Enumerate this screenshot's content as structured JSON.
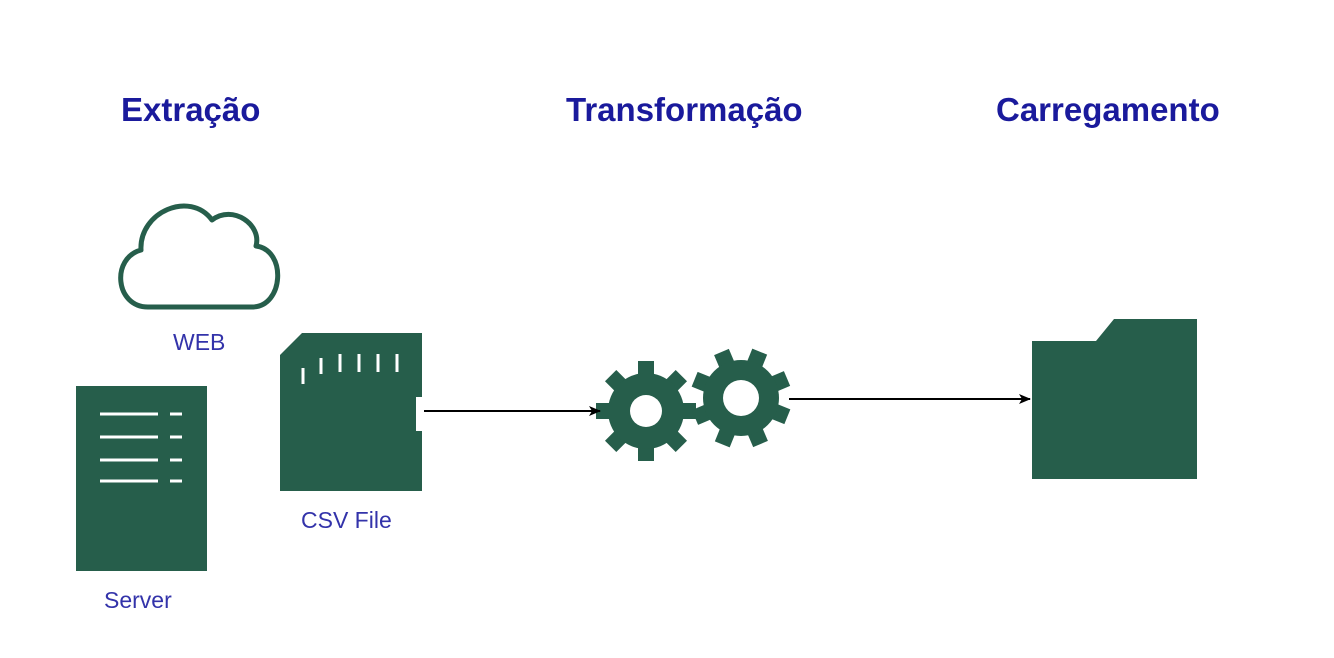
{
  "stages": {
    "extract": "Extração",
    "transform": "Transformação",
    "load": "Carregamento"
  },
  "nodes": {
    "web": "WEB",
    "csv": "CSV File",
    "server": "Server"
  },
  "icons": {
    "web": "cloud-icon",
    "server": "server-icon",
    "csv": "sd-card-icon",
    "transform": "gears-icon",
    "load": "folder-icon"
  },
  "colors": {
    "icon_fill": "#265e4b",
    "title_text": "#1a1a9c",
    "label_text": "#3333aa",
    "arrow": "#000000"
  }
}
